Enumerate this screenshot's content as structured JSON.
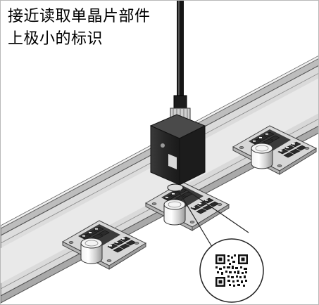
{
  "caption": {
    "line1": "接近读取单晶片部件",
    "line2": "上极小的标识"
  },
  "colors": {
    "background": "#ffffff",
    "rail_top": "#dcdcdc",
    "rail_side": "#bfbfbf",
    "sensor_body": "#2f2f2f",
    "cable": "#111111"
  },
  "icons": {
    "scene": "inspection-scene-illustration",
    "qr": "qr-code-icon"
  }
}
